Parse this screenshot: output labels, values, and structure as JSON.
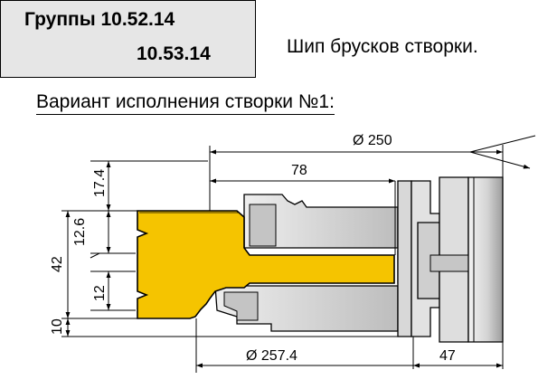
{
  "header": {
    "groups_line1": "Группы 10.52.14",
    "groups_line2": "10.53.14",
    "title": "Шип брусков створки.",
    "variant": "Вариант исполнения створки №1:"
  },
  "dimensions": {
    "dia_top": "Ø 250",
    "len_78": "78",
    "h_17_4": "17.4",
    "h_12_6": "12.6",
    "h_42": "42",
    "h_12": "12",
    "h_10": "10",
    "dia_bottom": "Ø 257.4",
    "len_47": "47"
  },
  "colors": {
    "workpiece": "#f5c400",
    "tool_light": "#e4e4e4",
    "tool_mid": "#c8c8c8",
    "tool_dark": "#a8a8a8",
    "header_bg": "#e6e6e6"
  }
}
